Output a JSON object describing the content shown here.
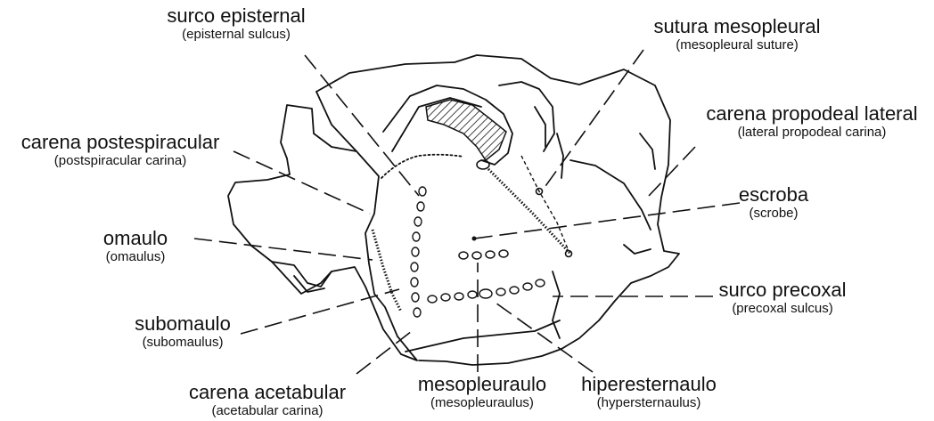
{
  "diagram": {
    "labels": {
      "surco_episternal": {
        "main": "surco episternal",
        "sub": "(episternal sulcus)"
      },
      "sutura_mesopleural": {
        "main": "sutura mesopleural",
        "sub": "(mesopleural suture)"
      },
      "carena_propodeal_lateral": {
        "main": "carena propodeal lateral",
        "sub": "(lateral propodeal carina)"
      },
      "carena_postespiracular": {
        "main": "carena postespiracular",
        "sub": "(postspiracular carina)"
      },
      "escroba": {
        "main": "escroba",
        "sub": "(scrobe)"
      },
      "omaulo": {
        "main": "omaulo",
        "sub": "(omaulus)"
      },
      "surco_precoxal": {
        "main": "surco precoxal",
        "sub": "(precoxal sulcus)"
      },
      "subomaulo": {
        "main": "subomaulo",
        "sub": "(subomaulus)"
      },
      "carena_acetabular": {
        "main": "carena acetabular",
        "sub": "(acetabular carina)"
      },
      "mesopleuraulo": {
        "main": "mesopleuraulo",
        "sub": "(mesopleuraulus)"
      },
      "hiperesternaulo": {
        "main": "hiperesternaulo",
        "sub": "(hypersternaulus)"
      }
    }
  }
}
